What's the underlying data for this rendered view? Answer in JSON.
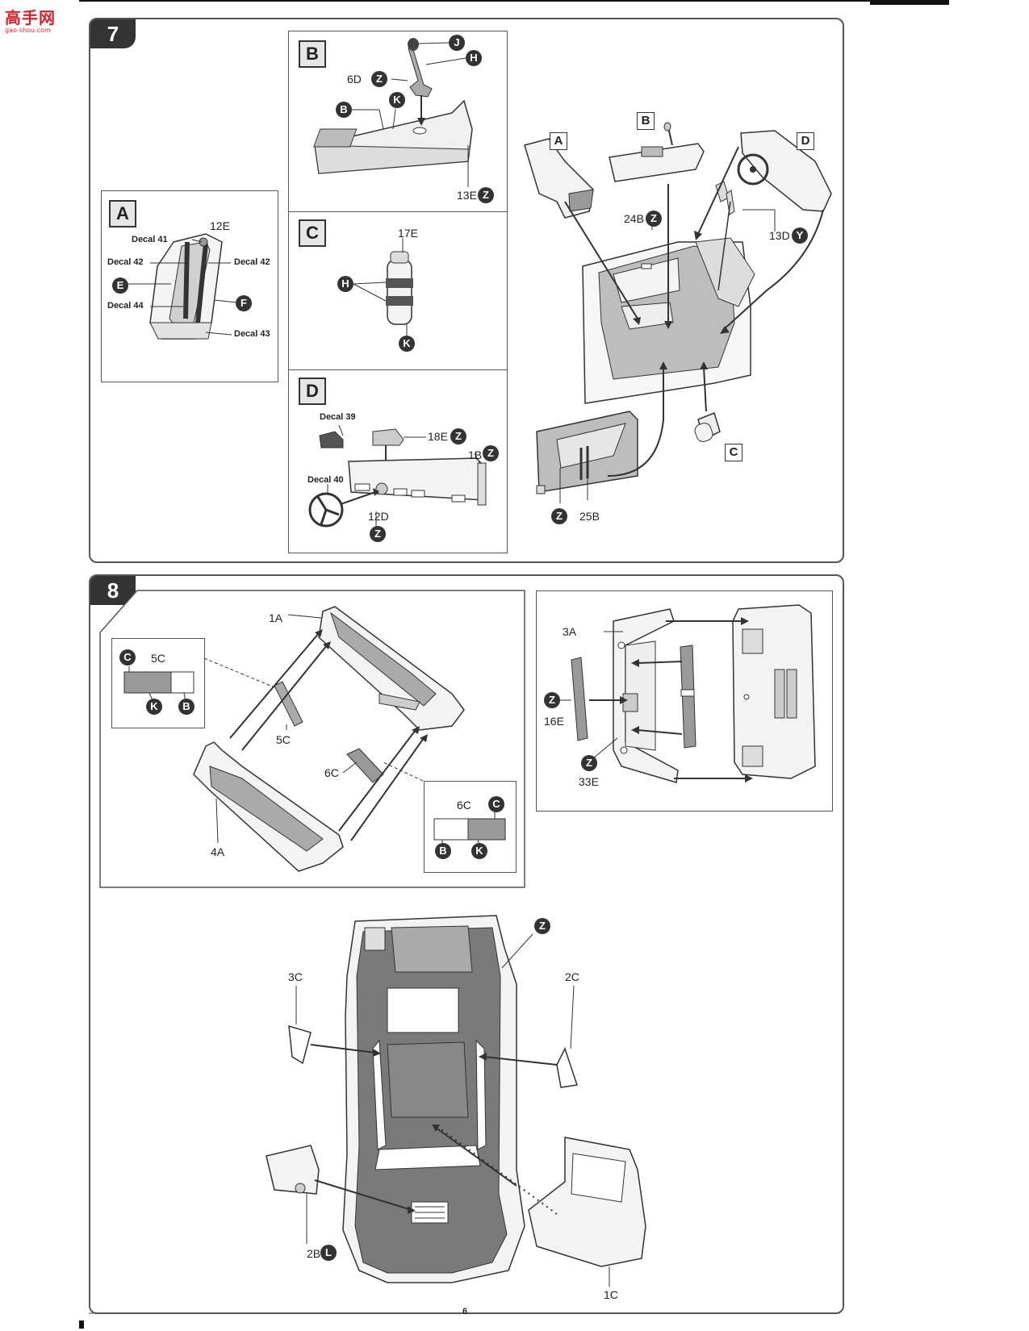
{
  "watermark": {
    "main": "高手网",
    "sub": "gao-shou.com"
  },
  "page_number": "6",
  "step7": {
    "number": "7",
    "subs": {
      "a": "A",
      "b": "B",
      "c": "C",
      "d": "D"
    },
    "box_a": {
      "label": "A",
      "parts": {
        "p12e": "12E"
      },
      "decals": {
        "d41": "Decal 41",
        "d42l": "Decal 42",
        "d42r": "Decal 42",
        "d44": "Decal 44",
        "d43": "Decal 43"
      },
      "circles": {
        "e": "E",
        "f": "F"
      }
    },
    "box_b": {
      "label": "B",
      "parts": {
        "p6d": "6D",
        "p13e": "13E"
      },
      "circles": {
        "j": "J",
        "h": "H",
        "z1": "Z",
        "b": "B",
        "k": "K",
        "z2": "Z"
      }
    },
    "box_c": {
      "label": "C",
      "parts": {
        "p17e": "17E"
      },
      "circles": {
        "h": "H",
        "k": "K"
      }
    },
    "box_d": {
      "label": "D",
      "parts": {
        "p18e": "18E",
        "p1b": "1B",
        "p12d": "12D"
      },
      "decals": {
        "d39": "Decal 39",
        "d40": "Decal 40"
      },
      "circles": {
        "z1": "Z",
        "z2": "Z",
        "z3": "Z"
      }
    },
    "main": {
      "parts": {
        "p24b": "24B",
        "p13d": "13D",
        "p25b": "25B"
      },
      "circles": {
        "z1": "Z",
        "y": "Y",
        "z2": "Z"
      }
    }
  },
  "step8": {
    "number": "8",
    "left_box": {
      "parts": {
        "p1a": "1A",
        "p5c_detail": "5C",
        "p5c": "5C",
        "p6c": "6C",
        "p6c_detail": "6C",
        "p4a": "4A"
      },
      "circles": {
        "c1": "C",
        "k1": "K",
        "b1": "B",
        "c2": "C",
        "b2": "B",
        "k2": "K"
      }
    },
    "right_box": {
      "parts": {
        "p3a": "3A",
        "p16e": "16E",
        "p33e": "33E"
      },
      "circles": {
        "z1": "Z",
        "z2": "Z"
      }
    },
    "bottom": {
      "parts": {
        "p3c": "3C",
        "p2c": "2C",
        "p2b": "2B",
        "p1c": "1C"
      },
      "circles": {
        "z": "Z",
        "l": "L"
      }
    }
  }
}
